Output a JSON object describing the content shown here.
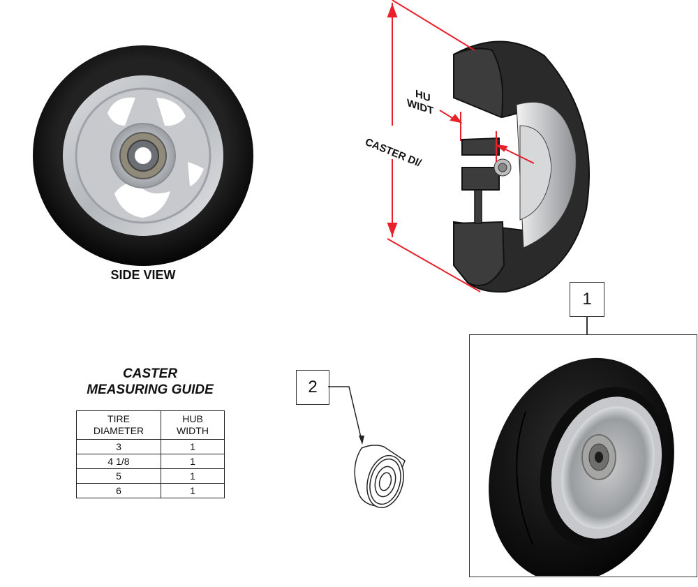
{
  "side_view": {
    "label": "SIDE VIEW"
  },
  "cross_section": {
    "dimension_labels": {
      "hub_width_line1": "HU",
      "hub_width_line2": "WIDT",
      "caster_diameter": "CASTER DI/"
    },
    "dimension_color": "#e8202a"
  },
  "measuring_guide": {
    "title_line1": "CASTER",
    "title_line2": "MEASURING GUIDE",
    "headers": [
      {
        "line1": "TIRE",
        "line2": "DIAMETER"
      },
      {
        "line1": "HUB",
        "line2": "WIDTH"
      }
    ],
    "rows": [
      {
        "tire_diameter": "3",
        "hub_width": "1"
      },
      {
        "tire_diameter": "4 1/8",
        "hub_width": "1"
      },
      {
        "tire_diameter": "5",
        "hub_width": "1"
      },
      {
        "tire_diameter": "6",
        "hub_width": "1"
      }
    ]
  },
  "callouts": [
    {
      "number": "1",
      "part": "caster-wheel-assembly"
    },
    {
      "number": "2",
      "part": "bearing"
    }
  ]
}
